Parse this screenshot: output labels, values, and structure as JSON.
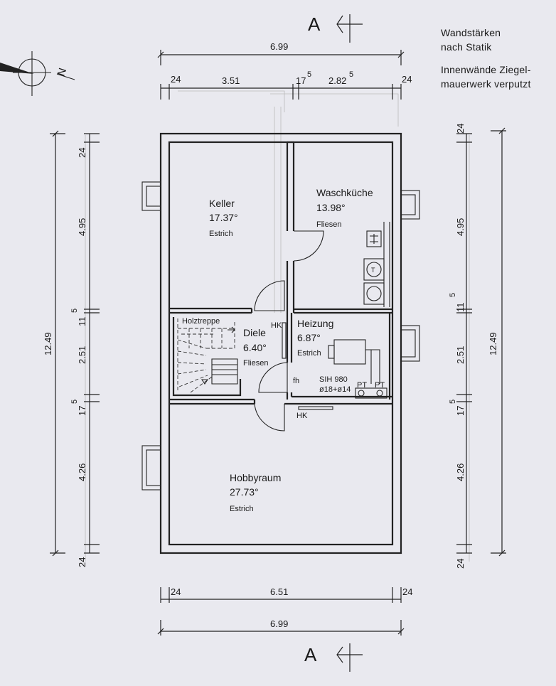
{
  "notes": {
    "line1": "Wandstärken",
    "line2": "nach Statik",
    "line3": "Innenwände Ziegel-",
    "line4": "mauerwerk verputzt"
  },
  "north": {
    "label": "N"
  },
  "section_marker": {
    "letter": "A"
  },
  "rooms": {
    "keller": {
      "name": "Keller",
      "area": "17.37°",
      "floor": "Estrich"
    },
    "waschkueche": {
      "name": "Waschküche",
      "area": "13.98°",
      "floor": "Fliesen"
    },
    "diele": {
      "name": "Diele",
      "area": "6.40°",
      "floor": "Fliesen"
    },
    "heizung": {
      "name": "Heizung",
      "area": "6.87°",
      "floor": "Estrich"
    },
    "hobbyraum": {
      "name": "Hobbyraum",
      "area": "27.73°",
      "floor": "Estrich"
    }
  },
  "labels": {
    "holztreppe": "Holztreppe",
    "hk_diele": "HK",
    "hk_hobby": "HK",
    "fh": "fh",
    "heater_model": "SIH 980",
    "heater_spec": "ø18+ø14",
    "pt1": "PT",
    "pt2": "PT"
  },
  "dimensions": {
    "top_total": "6.99",
    "top_segments": [
      "24",
      "3.51",
      "17",
      "2.82",
      "24"
    ],
    "top_sup1": "5",
    "top_sup2": "5",
    "bottom_total": "6.99",
    "bottom_segments": [
      "24",
      "6.51",
      "24"
    ],
    "left_total": "12.49",
    "left_segments": [
      "24",
      "4.95",
      "11",
      "2.51",
      "17",
      "4.26",
      "24"
    ],
    "left_sup1": "5",
    "left_sup2": "5",
    "right_total": "12.49",
    "right_segments": [
      "24",
      "4.95",
      "11",
      "2.51",
      "17",
      "4.26",
      "24"
    ],
    "right_sup1": "5",
    "right_sup2": "5"
  }
}
